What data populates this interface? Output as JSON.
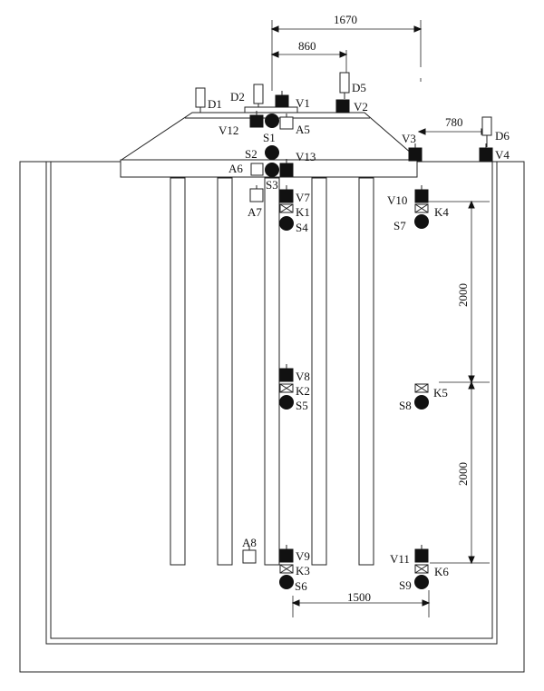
{
  "dimensions": {
    "d1670": "1670",
    "d860": "860",
    "d780": "780",
    "d2000a": "2000",
    "d2000b": "2000",
    "d1500": "1500"
  },
  "sensors": {
    "D1": "D1",
    "D2": "D2",
    "D5": "D5",
    "D6": "D6",
    "V1": "V1",
    "V2": "V2",
    "V3": "V3",
    "V4": "V4",
    "V7": "V7",
    "V8": "V8",
    "V9": "V9",
    "V10": "V10",
    "V11": "V11",
    "V12": "V12",
    "V13": "V13",
    "S1": "S1",
    "S2": "S2",
    "S3": "S3",
    "S4": "S4",
    "S5": "S5",
    "S6": "S6",
    "S7": "S7",
    "S8": "S8",
    "S9": "S9",
    "A5": "A5",
    "A6": "A6",
    "A7": "A7",
    "A8": "A8",
    "K1": "K1",
    "K2": "K2",
    "K3": "K3",
    "K4": "K4",
    "K5": "K5",
    "K6": "K6"
  },
  "legend_icons": {
    "D": "displacement-gauge-icon",
    "V": "velocity-sensor-icon",
    "S": "pressure-cell-icon",
    "A": "accelerometer-icon",
    "K": "strain-gauge-icon"
  },
  "colors": {
    "line": "#222222",
    "fill": "#111111",
    "background": "#ffffff"
  }
}
